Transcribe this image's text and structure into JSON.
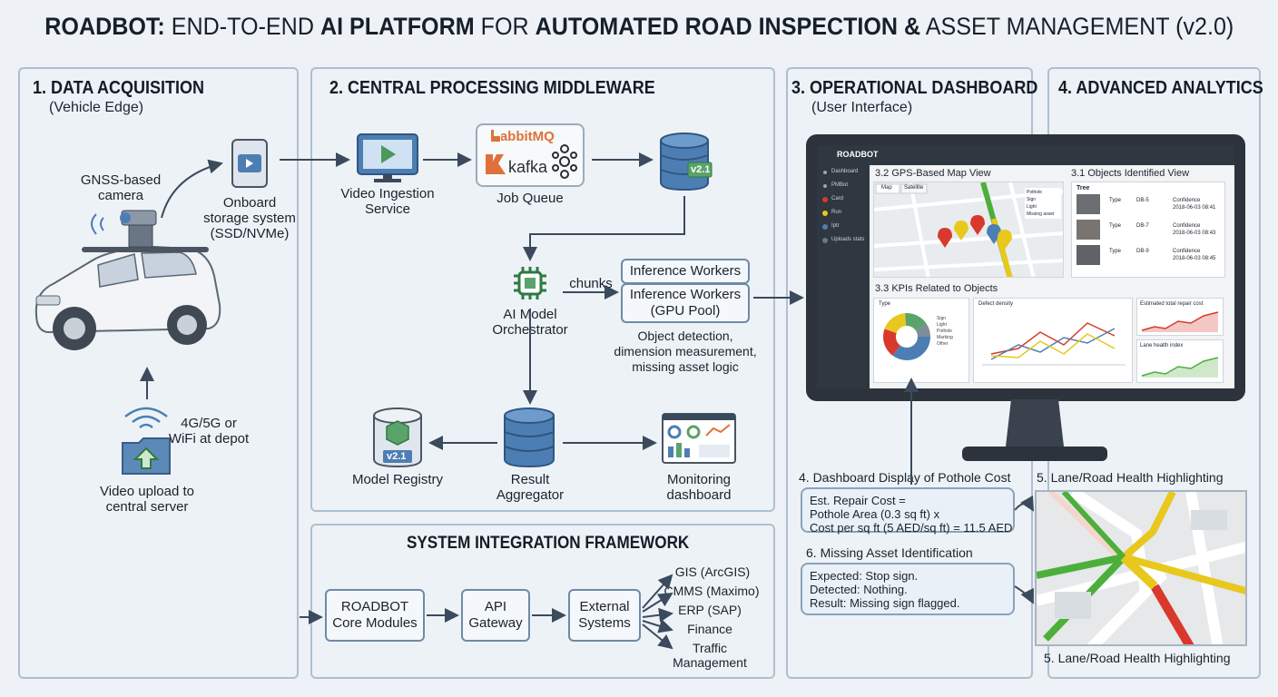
{
  "title": {
    "part1": "ROADBOT:",
    "part2": " END-TO-END ",
    "part3": "AI PLATFORM",
    "part4": " FOR ",
    "part5": "AUTOMATED ROAD INSPECTION &",
    "part6": " ASSET MANAGEMENT (v2.0)"
  },
  "acquisition": {
    "heading": "1. DATA ACQUISITION",
    "sub": "(Vehicle Edge)",
    "camera_line1": "GNSS-based",
    "camera_line2": "camera",
    "storage_line1": "Onboard",
    "storage_line2": "storage system",
    "storage_line3": "(SSD/NVMe)",
    "network_line1": "4G/5G or",
    "network_line2": "WiFi at depot",
    "upload_line1": "Video upload to",
    "upload_line2": "central server"
  },
  "middleware": {
    "heading": "2. CENTRAL PROCESSING MIDDLEWARE",
    "ingestion_line1": "Video Ingestion",
    "ingestion_line2": "Service",
    "rabbitmq": "RabbitMQ",
    "kafka": "kafka",
    "job_queue": "Job Queue",
    "db_version": "v2.1",
    "orchestrator_line1": "AI Model",
    "orchestrator_line2": "Orchestrator",
    "chunks": "chunks",
    "workers_back": "Inference Workers",
    "workers_line1": "Inference Workers",
    "workers_line2": "(GPU Pool)",
    "tasks_line1": "Object detection,",
    "tasks_line2": "dimension measurement,",
    "tasks_line3": "missing asset logic",
    "registry_version": "v2.1",
    "registry": "Model Registry",
    "aggregator_line1": "Result",
    "aggregator_line2": "Aggregator",
    "monitoring_line1": "Monitoring",
    "monitoring_line2": "dashboard"
  },
  "integration": {
    "heading": "SYSTEM INTEGRATION FRAMEWORK",
    "core_line1": "ROADBOT",
    "core_line2": "Core Modules",
    "api_line1": "API",
    "api_line2": "Gateway",
    "ext_line1": "External",
    "ext_line2": "Systems",
    "targets": [
      "GIS (ArcGIS)",
      "CMMS (Maximo)",
      "ERP (SAP)",
      "Finance",
      "Traffic",
      "Management"
    ]
  },
  "dashboard": {
    "heading": "3. OPERATIONAL DASHBOARD",
    "sub": "(User Interface)",
    "app_name": "ROADBOT",
    "nav_items": [
      "Dashboard",
      "PMBot",
      "Card",
      "Run",
      "Iptr",
      "Uploads stats"
    ],
    "map_title": "3.2 GPS-Based Map View",
    "map_tabs": [
      "Map",
      "Satellite"
    ],
    "map_legend": [
      "Pothole",
      "Sign",
      "Light",
      "Missing asset"
    ],
    "objects_title": "3.1 Objects Identified View",
    "objects_header": "Tree",
    "object_rows": [
      {
        "type": "Type",
        "id": "DB-5",
        "conf": "Confidence",
        "time": "2018-06-03 08:41"
      },
      {
        "type": "Type",
        "id": "DB-7",
        "conf": "Confidence",
        "time": "2018-06-03 08:43"
      },
      {
        "type": "Type",
        "id": "DB-9",
        "conf": "Confidence",
        "time": "2018-06-03 08:45"
      }
    ],
    "kpi_title": "3.3 KPIs Related to Objects",
    "kpi_type": "Type",
    "kpi_density": "Defect density",
    "kpi_cost": "Estimated total repair cost",
    "kpi_lane": "Lane health index",
    "kpi_legend": [
      "Sign",
      "Light",
      "Pothole",
      "Marking",
      "Other"
    ]
  },
  "analytics": {
    "heading": "4. ADVANCED ANALYTICS",
    "cost_title": "4. Dashboard Display of Pothole Cost",
    "cost_line1": "Est. Repair Cost =",
    "cost_line2": "Pothole Area (0.3 sq ft) x",
    "cost_line3": "Cost per   sq ft (5 AED/sq ft) = 11.5 AED",
    "missing_title": "6. Missing Asset Identification",
    "missing_line1": "Expected: Stop sign.",
    "missing_line2": "Detected: Nothing.",
    "missing_line3": "Result: Missing sign flagged.",
    "lane_title_top": "5. Lane/Road Health Highlighting",
    "lane_title_bottom": "5. Lane/Road Health Highlighting"
  },
  "colors": {
    "panel_border": "#aebfd0",
    "box_border": "#6f8aa6",
    "icon_blue": "#4d7eb3",
    "icon_green": "#5aa36a",
    "arrow": "#3b4a5c",
    "road_green": "#4caf3a",
    "road_yellow": "#e8c81c",
    "road_red": "#d9382c"
  }
}
